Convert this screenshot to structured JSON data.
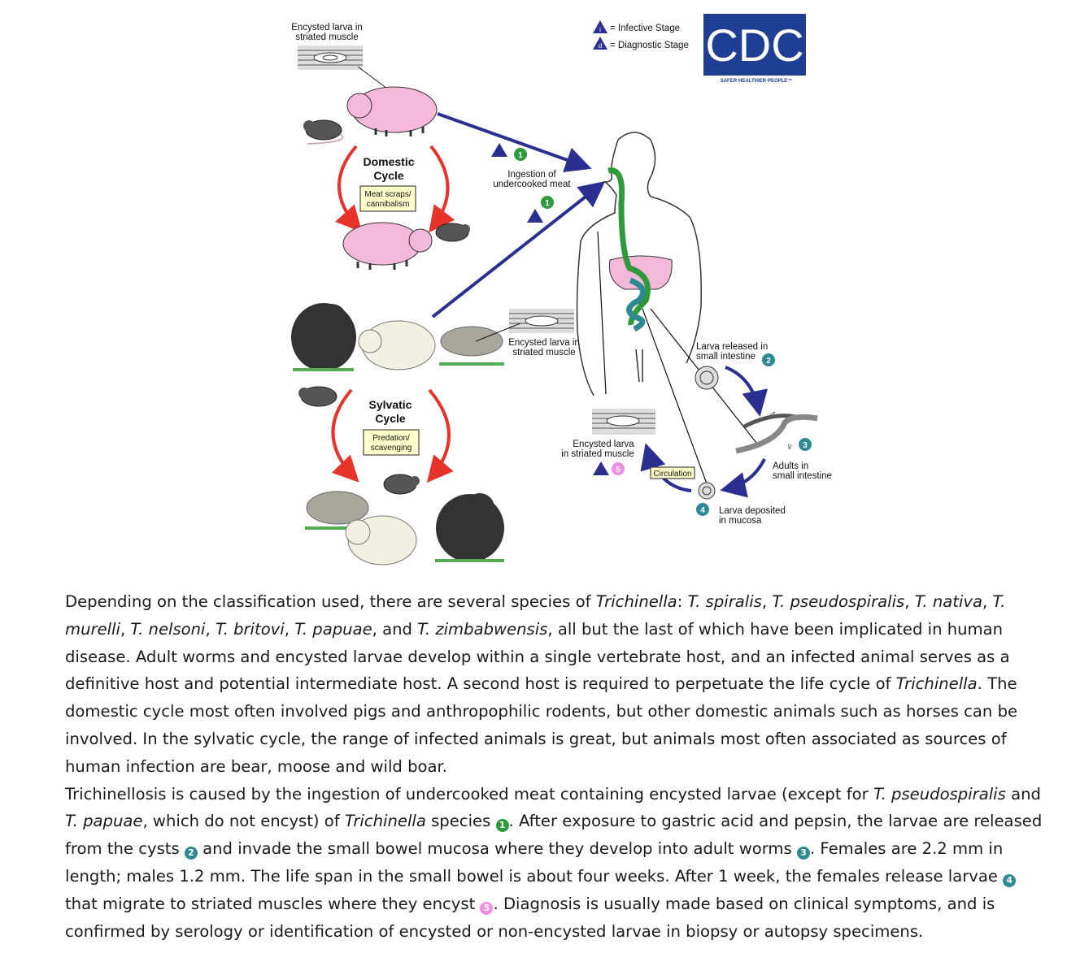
{
  "legend": {
    "infective_symbol": "i",
    "infective_label": "= Infective Stage",
    "diagnostic_symbol": "d",
    "diagnostic_label": "= Diagnostic Stage"
  },
  "logo": {
    "text": "CDC",
    "tagline": "SAFER·HEALTHIER·PEOPLE™"
  },
  "labels": {
    "encysted_top_1": "Encysted larva in",
    "encysted_top_2": "striated muscle",
    "domestic_1": "Domestic",
    "domestic_2": "Cycle",
    "meat_1": "Meat scraps/",
    "meat_2": "cannibalism",
    "ingestion_1": "Ingestion of",
    "ingestion_2": "undercooked meat",
    "encysted_mid_1": "Encysted larva in",
    "encysted_mid_2": "striated muscle",
    "sylvatic_1": "Sylvatic",
    "sylvatic_2": "Cycle",
    "pred_1": "Predation/",
    "pred_2": "scavenging",
    "released_1": "Larva released in",
    "released_2": "small intestine",
    "adults_1": "Adults in",
    "adults_2": "small intestine",
    "deposited_1": "Larva deposited",
    "deposited_2": "in mucosa",
    "circulation": "Circulation",
    "encysted_low_1": "Encysted larva",
    "encysted_low_2": "in striated muscle",
    "male": "♂",
    "female": "♀",
    "n1": "1",
    "n2": "2",
    "n3": "3",
    "n4": "4",
    "n5": "5"
  },
  "colors": {
    "arrow_blue": "#2b2f8f",
    "cycle_red": "#e8332a",
    "step_green": "#2f9a3c",
    "step_teal": "#2d8a92",
    "step_pink": "#f08ee2",
    "pig_pink": "#f4b8d8",
    "cdc_blue": "#1f3f95"
  },
  "article": {
    "p1": {
      "s1": "Depending on the classification used, there are several species of ",
      "i1": "Trichinella",
      "s2": ": ",
      "i2": "T. spiralis",
      "s3": ", ",
      "i3": "T. pseudospiralis",
      "s4": ", ",
      "i4": "T. nativa",
      "s5": ", ",
      "i5": "T. murelli",
      "s6": ", ",
      "i6": "T. nelsoni",
      "s7": ", ",
      "i7": "T. britovi",
      "s8": ", ",
      "i8": "T. papuae",
      "s9": ", and ",
      "i9": "T. zimbabwensis",
      "s10": ", all but the last of which have been implicated in human disease. Adult worms and encysted larvae develop within a single vertebrate host, and an infected animal serves as a definitive host and potential intermediate host. A second host is required to perpetuate the life cycle of ",
      "i10": "Trichinella",
      "s11": ". The domestic cycle most often involved pigs and anthropophilic rodents, but other domestic animals such as horses can be involved. In the sylvatic cycle, the range of infected animals is great, but animals most often associated as sources of human infection are bear, moose and wild boar."
    },
    "p2": {
      "s1": "Trichinellosis is caused by the ingestion of undercooked meat containing encysted larvae (except for ",
      "i1": "T. pseudospiralis",
      "s2": " and ",
      "i2": "T. papuae",
      "s3": ", which do not encyst) of ",
      "i3": "Trichinella",
      "s4": " species ",
      "n1": "1",
      "s5": ". After exposure to gastric acid and pepsin, the larvae are released from the cysts ",
      "n2": "2",
      "s6": " and invade the small bowel mucosa where they develop into adult worms ",
      "n3": "3",
      "s7": ". Females are 2.2 mm in length; males 1.2 mm. The life span in the small bowel is about four weeks. After 1 week, the females release larvae ",
      "n4": "4",
      "s8": " that migrate to striated muscles where they encyst ",
      "n5": "5",
      "s9": ". Diagnosis is usually made based on clinical symptoms, and is confirmed by serology or identification of encysted or non-encysted larvae in biopsy or autopsy specimens."
    }
  }
}
